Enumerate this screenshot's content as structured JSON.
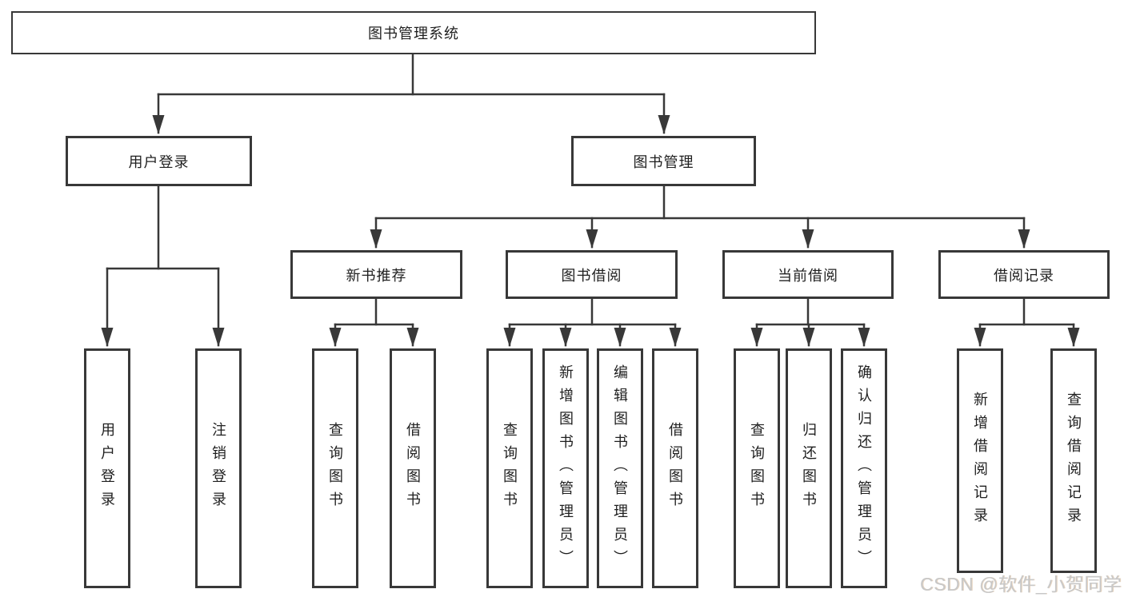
{
  "diagram": {
    "root": "图书管理系统",
    "branches": [
      {
        "label": "用户登录",
        "children": [
          "用户登录",
          "注销登录"
        ]
      },
      {
        "label": "图书管理",
        "sections": [
          {
            "label": "新书推荐",
            "children": [
              "查询图书",
              "借阅图书"
            ]
          },
          {
            "label": "图书借阅",
            "children": [
              "查询图书",
              "新增图书（管理员）",
              "编辑图书（管理员）",
              "借阅图书"
            ]
          },
          {
            "label": "当前借阅",
            "children": [
              "查询图书",
              "归还图书",
              "确认归还（管理员）"
            ]
          },
          {
            "label": "借阅记录",
            "children": [
              "新增借阅记录",
              "查询借阅记录"
            ]
          }
        ]
      }
    ]
  },
  "watermark": {
    "text": "CSDN @软件_小贺同学"
  },
  "colors": {
    "line": "#383838",
    "box_border": "#383838",
    "text": "#1f1f1f",
    "background": "#ffffff",
    "watermark": "#c8c8c8"
  }
}
